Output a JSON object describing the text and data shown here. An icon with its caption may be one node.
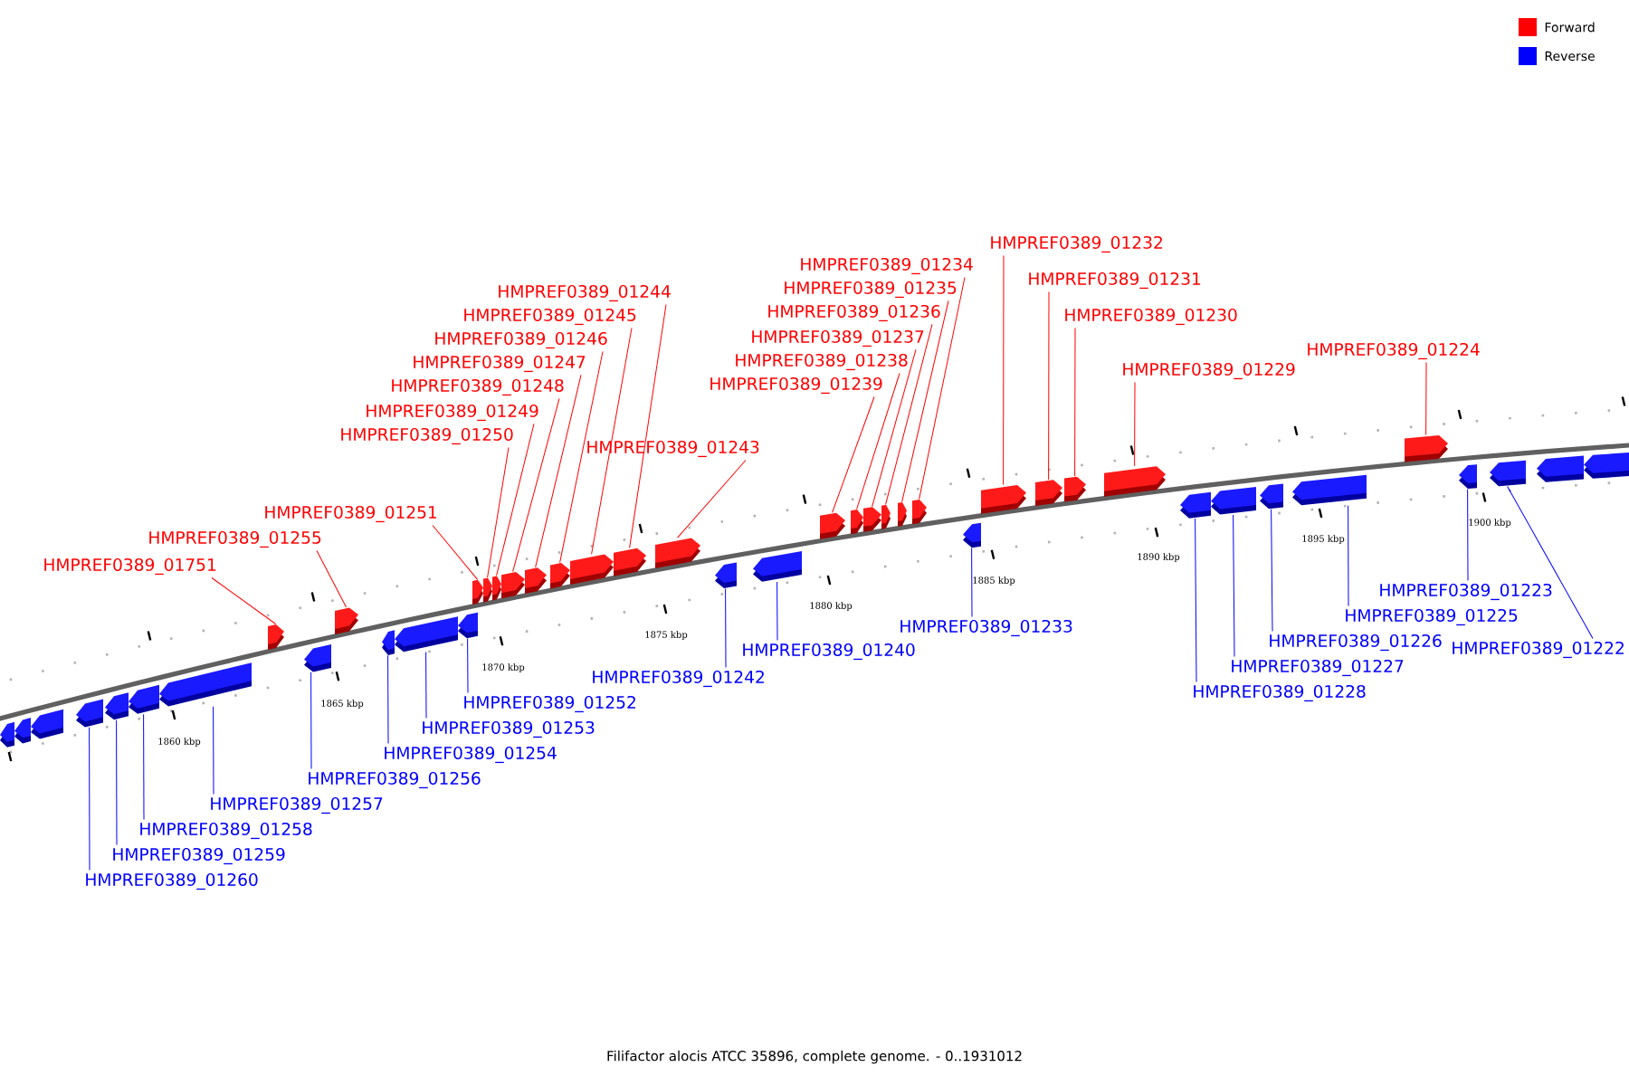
{
  "diagram": {
    "caption": "Filifactor alocis ATCC 35896, complete genome. - 0..1931012",
    "nodes": [
      {
        "text": [
          "HMPREF0389_01232"
        ]
      },
      {
        "text": [
          "HMPREF0389_01234"
        ]
      },
      {
        "text": [
          "HMPREF0389_01235"
        ]
      },
      {
        "text": [
          "HMPREF0389_01244"
        ]
      },
      {
        "text": [
          "HMPREF0389_01236"
        ]
      },
      {
        "text": [
          "HMPREF0389_01245"
        ]
      },
      {
        "text": [
          "HMPREF0389_01230"
        ]
      },
      {
        "text": [
          "HMPREF0389_01237"
        ]
      },
      {
        "text": [
          "HMPREF0389_01246"
        ]
      },
      {
        "text": [
          "HMPREF0389_01231"
        ]
      },
      {
        "text": [
          "HMPREF0389_01224"
        ]
      },
      {
        "text": [
          "HMPREF0389_01238"
        ]
      },
      {
        "text": [
          "HMPREF0389_01247"
        ]
      },
      {
        "text": [
          "HMPREF0389_01229"
        ]
      },
      {
        "text": [
          "HMPREF0389_01239"
        ]
      },
      {
        "text": [
          "HMPREF0389_01248"
        ]
      },
      {
        "text": [
          "HMPREF0389_01249"
        ]
      },
      {
        "text": [
          "HMPREF0389_01250"
        ]
      },
      {
        "text": [
          "HMPREF0389_01243"
        ]
      },
      {
        "text": [
          "HMPREF0389_01251"
        ]
      },
      {
        "text": [
          "HMPREF0389_01255"
        ]
      },
      {
        "text": [
          "HMPREF0389_01751"
        ]
      },
      {
        "text": [
          "HMPREF0389_01225"
        ]
      },
      {
        "text": [
          "HMPREF0389_01228"
        ]
      },
      {
        "text": [
          "HMPREF0389_01223"
        ]
      },
      {
        "text": [
          "HMPREF0389_01233"
        ]
      },
      {
        "text": [
          "HMPREF0389_01227"
        ]
      },
      {
        "text": [
          "HMPREF0389_01222"
        ]
      },
      {
        "text": [
          "HMPREF0389_01240"
        ]
      },
      {
        "text": [
          "HMPREF0389_01226"
        ]
      },
      {
        "text": [
          "HMPREF0389_01242"
        ]
      },
      {
        "text": [
          "HMPREF0389_01252"
        ]
      },
      {
        "text": [
          "HMPREF0389_01254"
        ]
      },
      {
        "text": [
          "HMPREF0389_01253"
        ]
      },
      {
        "text": [
          "HMPREF0389_01257"
        ]
      },
      {
        "text": [
          "HMPREF0389_01258"
        ]
      },
      {
        "text": [
          "HMPREF0389_01256"
        ]
      },
      {
        "text": [
          "HMPREF0389_01260"
        ]
      },
      {
        "text": [
          "HMPREF0389_01259"
        ]
      },
      {
        "text": [],
        "shape": "arrow"
      },
      {
        "text": [],
        "shape": "arrow"
      },
      {
        "text": [],
        "shape": "arrow"
      },
      {
        "text": [],
        "shape": "arrow"
      },
      {
        "text": [],
        "shape": "arrow"
      },
      {
        "text": [],
        "shape": "arrow"
      },
      {
        "text": [],
        "shape": "arrow"
      },
      {
        "text": [],
        "shape": "arrow"
      },
      {
        "text": [],
        "shape": "arrow"
      },
      {
        "text": [],
        "shape": "arrow"
      },
      {
        "text": [],
        "shape": "arrow"
      },
      {
        "text": [],
        "shape": "arrow"
      },
      {
        "text": [],
        "shape": "arrow"
      },
      {
        "text": [],
        "shape": "arrow"
      },
      {
        "text": [],
        "shape": "arrow"
      },
      {
        "text": [],
        "shape": "arrow"
      },
      {
        "text": [],
        "shape": "arrow"
      },
      {
        "text": [],
        "shape": "arrow"
      },
      {
        "text": [],
        "shape": "arrow"
      },
      {
        "text": [],
        "shape": "arrow"
      },
      {
        "text": [],
        "shape": "arrow"
      },
      {
        "text": [],
        "shape": "arrow"
      },
      {
        "text": [],
        "shape": "arrow"
      },
      {
        "text": [],
        "shape": "arrow"
      },
      {
        "text": [],
        "shape": "arrow"
      },
      {
        "text": [],
        "shape": "arrow"
      },
      {
        "text": [],
        "shape": "arrow"
      },
      {
        "text": [],
        "shape": "arrow"
      },
      {
        "text": [],
        "shape": "arrow"
      },
      {
        "text": [],
        "shape": "arrow"
      },
      {
        "text": [],
        "shape": "arrow"
      },
      {
        "text": [],
        "shape": "arrow"
      },
      {
        "text": [],
        "shape": "arrow"
      },
      {
        "text": [],
        "shape": "arrow"
      },
      {
        "text": [],
        "shape": "arrow"
      },
      {
        "text": [],
        "shape": "arrow"
      },
      {
        "text": [],
        "shape": "arrow"
      },
      {
        "text": [],
        "shape": "arrow"
      },
      {
        "text": [],
        "shape": "arrow"
      },
      {
        "text": [],
        "shape": "arrow"
      },
      {
        "text": [],
        "shape": "arrow"
      },
      {
        "text": [],
        "shape": "arrow"
      },
      {
        "text": [],
        "shape": "arrow"
      },
      {
        "text": [],
        "shape": "arrow"
      }
    ],
    "edges": [
      {
        "from": 0,
        "to": 70,
        "arrow": "none"
      },
      {
        "from": 1,
        "to": 68,
        "arrow": "none"
      },
      {
        "from": 2,
        "to": 67,
        "arrow": "none"
      },
      {
        "from": 3,
        "to": 59,
        "arrow": "none"
      },
      {
        "from": 4,
        "to": 66,
        "arrow": "none"
      },
      {
        "from": 5,
        "to": 58,
        "arrow": "none"
      },
      {
        "from": 6,
        "to": 72,
        "arrow": "none"
      },
      {
        "from": 7,
        "to": 65,
        "arrow": "none"
      },
      {
        "from": 8,
        "to": 57,
        "arrow": "none"
      },
      {
        "from": 9,
        "to": 71,
        "arrow": "none"
      },
      {
        "from": 10,
        "to": 78,
        "arrow": "none"
      },
      {
        "from": 11,
        "to": 64,
        "arrow": "none"
      },
      {
        "from": 12,
        "to": 56,
        "arrow": "none"
      },
      {
        "from": 13,
        "to": 73,
        "arrow": "none"
      },
      {
        "from": 14,
        "to": 63,
        "arrow": "none"
      },
      {
        "from": 15,
        "to": 55,
        "arrow": "none"
      },
      {
        "from": 16,
        "to": 54,
        "arrow": "none"
      },
      {
        "from": 17,
        "to": 53,
        "arrow": "none"
      },
      {
        "from": 18,
        "to": 60,
        "arrow": "none"
      },
      {
        "from": 19,
        "to": 52,
        "arrow": "none"
      },
      {
        "from": 20,
        "to": 48,
        "arrow": "none"
      },
      {
        "from": 21,
        "to": 46,
        "arrow": "none"
      },
      {
        "from": 22,
        "to": 77,
        "arrow": "none",
        "color": "#0000ff"
      },
      {
        "from": 23,
        "to": 74,
        "arrow": "none",
        "color": "#0000ff"
      },
      {
        "from": 24,
        "to": 79,
        "arrow": "none",
        "color": "#0000ff"
      },
      {
        "from": 25,
        "to": 69,
        "arrow": "none",
        "color": "#0000ff"
      },
      {
        "from": 26,
        "to": 75,
        "arrow": "none",
        "color": "#0000ff"
      },
      {
        "from": 27,
        "to": 80,
        "arrow": "none",
        "color": "#0000ff"
      },
      {
        "from": 28,
        "to": 62,
        "arrow": "none",
        "color": "#0000ff"
      },
      {
        "from": 29,
        "to": 76,
        "arrow": "none",
        "color": "#0000ff"
      },
      {
        "from": 30,
        "to": 61,
        "arrow": "none",
        "color": "#0000ff"
      },
      {
        "from": 31,
        "to": 51,
        "arrow": "none",
        "color": "#0000ff"
      },
      {
        "from": 32,
        "to": 49,
        "arrow": "none",
        "color": "#0000ff"
      },
      {
        "from": 33,
        "to": 50,
        "arrow": "none",
        "color": "#0000ff"
      },
      {
        "from": 34,
        "to": 45,
        "arrow": "none",
        "color": "#0000ff"
      },
      {
        "from": 35,
        "to": 44,
        "arrow": "none",
        "color": "#0000ff"
      },
      {
        "from": 36,
        "to": 47,
        "arrow": "none",
        "color": "#0000ff"
      },
      {
        "from": 37,
        "to": 42,
        "arrow": "none",
        "color": "#0000ff"
      },
      {
        "from": 38,
        "to": 43,
        "arrow": "none",
        "color": "#0000ff"
      }
    ],
    "labels": [
      "1860 kbp",
      "1865 kbp",
      "1870 kbp",
      "1875 kbp",
      "1880 kbp",
      "1885 kbp",
      "1890 kbp",
      "1895 kbp",
      "1900 kbp"
    ],
    "legend": [
      {
        "text": "Forward",
        "color": "#ff0000"
      },
      {
        "text": "Reverse",
        "color": "#0000ff"
      }
    ]
  }
}
